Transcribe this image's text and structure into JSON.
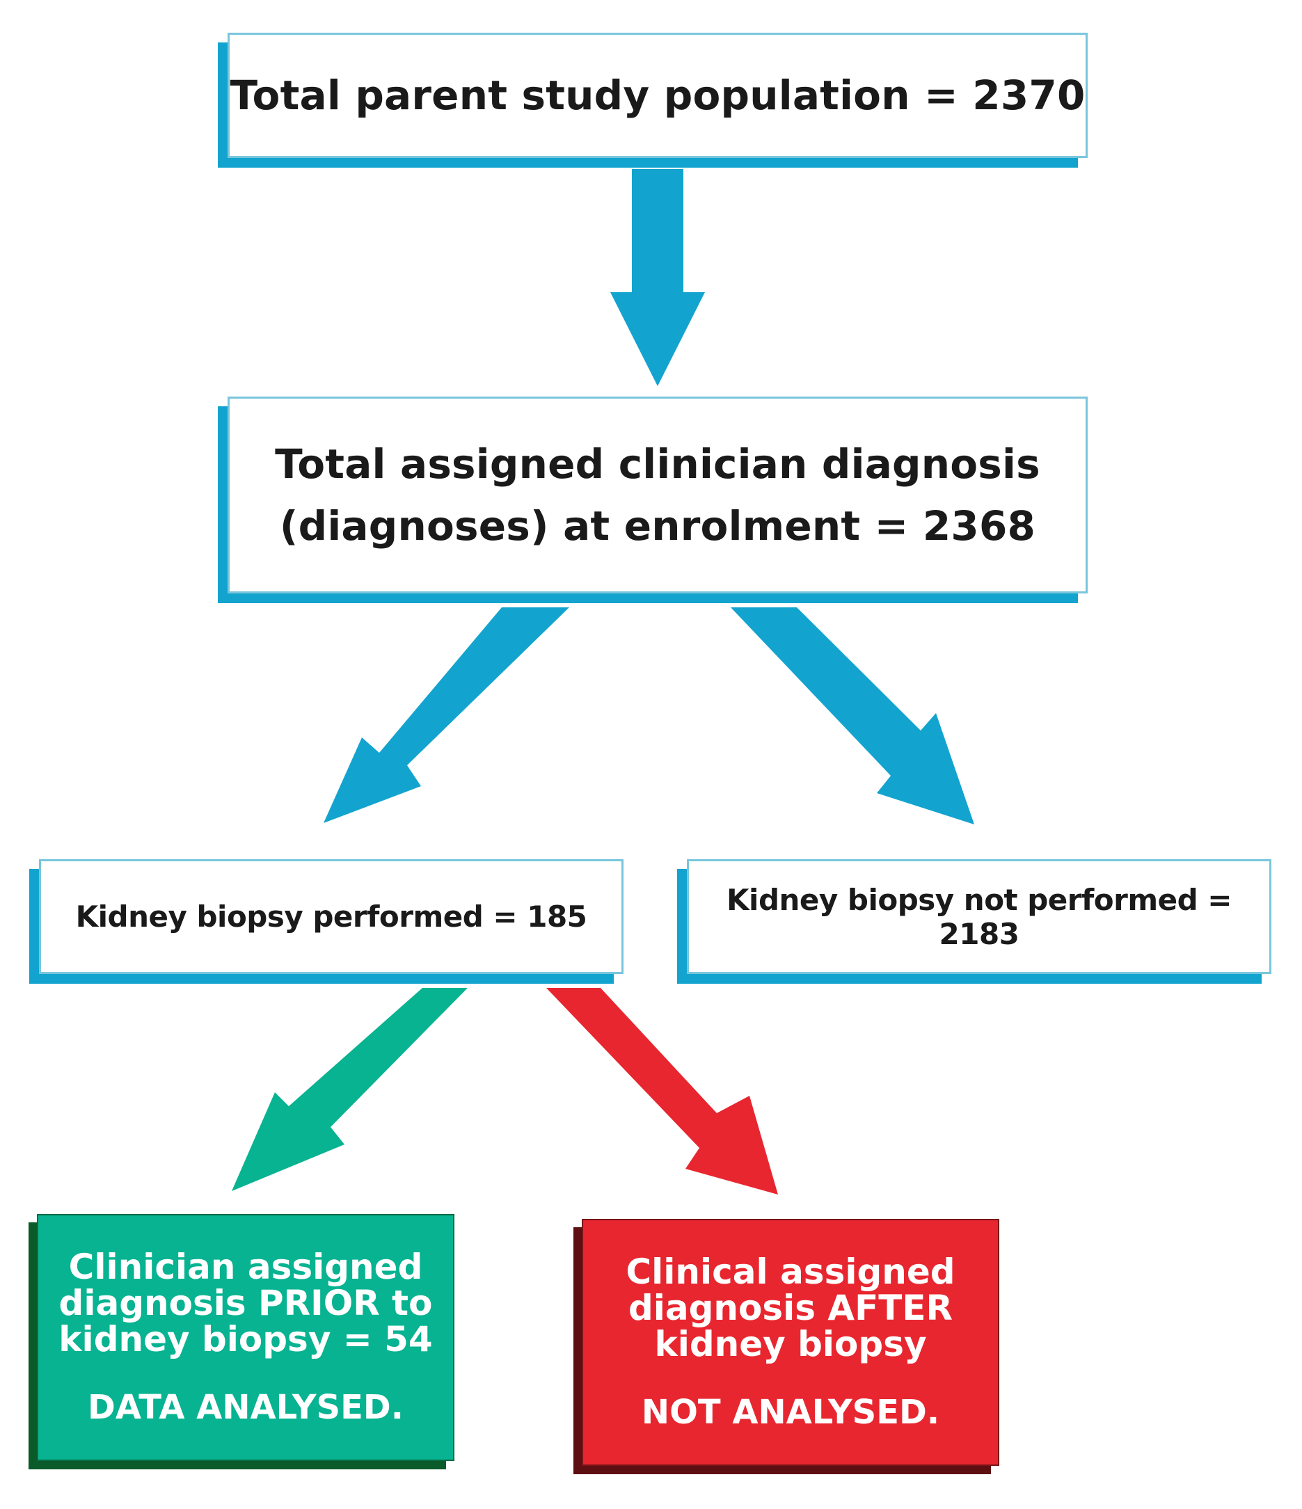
{
  "colors": {
    "arrow_blue": "#12a4cf",
    "arrow_green": "#07b391",
    "arrow_red": "#e8262f",
    "box_green": "#07b391",
    "box_red": "#e8262f"
  },
  "nodes": {
    "total_population": {
      "text": "Total parent study population = 2370"
    },
    "assigned_diagnosis": {
      "line1": "Total assigned clinician diagnosis",
      "line2": "(diagnoses) at enrolment = 2368"
    },
    "biopsy_performed": {
      "text": "Kidney biopsy performed = 185"
    },
    "biopsy_not_performed": {
      "text": "Kidney biopsy not performed = 2183"
    },
    "prior_to_biopsy": {
      "line1": "Clinician assigned",
      "line2": "diagnosis PRIOR to",
      "line3": "kidney biopsy = 54",
      "note": "DATA ANALYSED."
    },
    "after_biopsy": {
      "line1": "Clinical assigned",
      "line2": "diagnosis AFTER",
      "line3": "kidney biopsy",
      "note": "NOT ANALYSED."
    }
  },
  "edges": [
    {
      "from": "total_population",
      "to": "assigned_diagnosis",
      "color": "blue"
    },
    {
      "from": "assigned_diagnosis",
      "to": "biopsy_performed",
      "color": "blue"
    },
    {
      "from": "assigned_diagnosis",
      "to": "biopsy_not_performed",
      "color": "blue"
    },
    {
      "from": "biopsy_performed",
      "to": "prior_to_biopsy",
      "color": "green"
    },
    {
      "from": "biopsy_performed",
      "to": "after_biopsy",
      "color": "red"
    }
  ]
}
